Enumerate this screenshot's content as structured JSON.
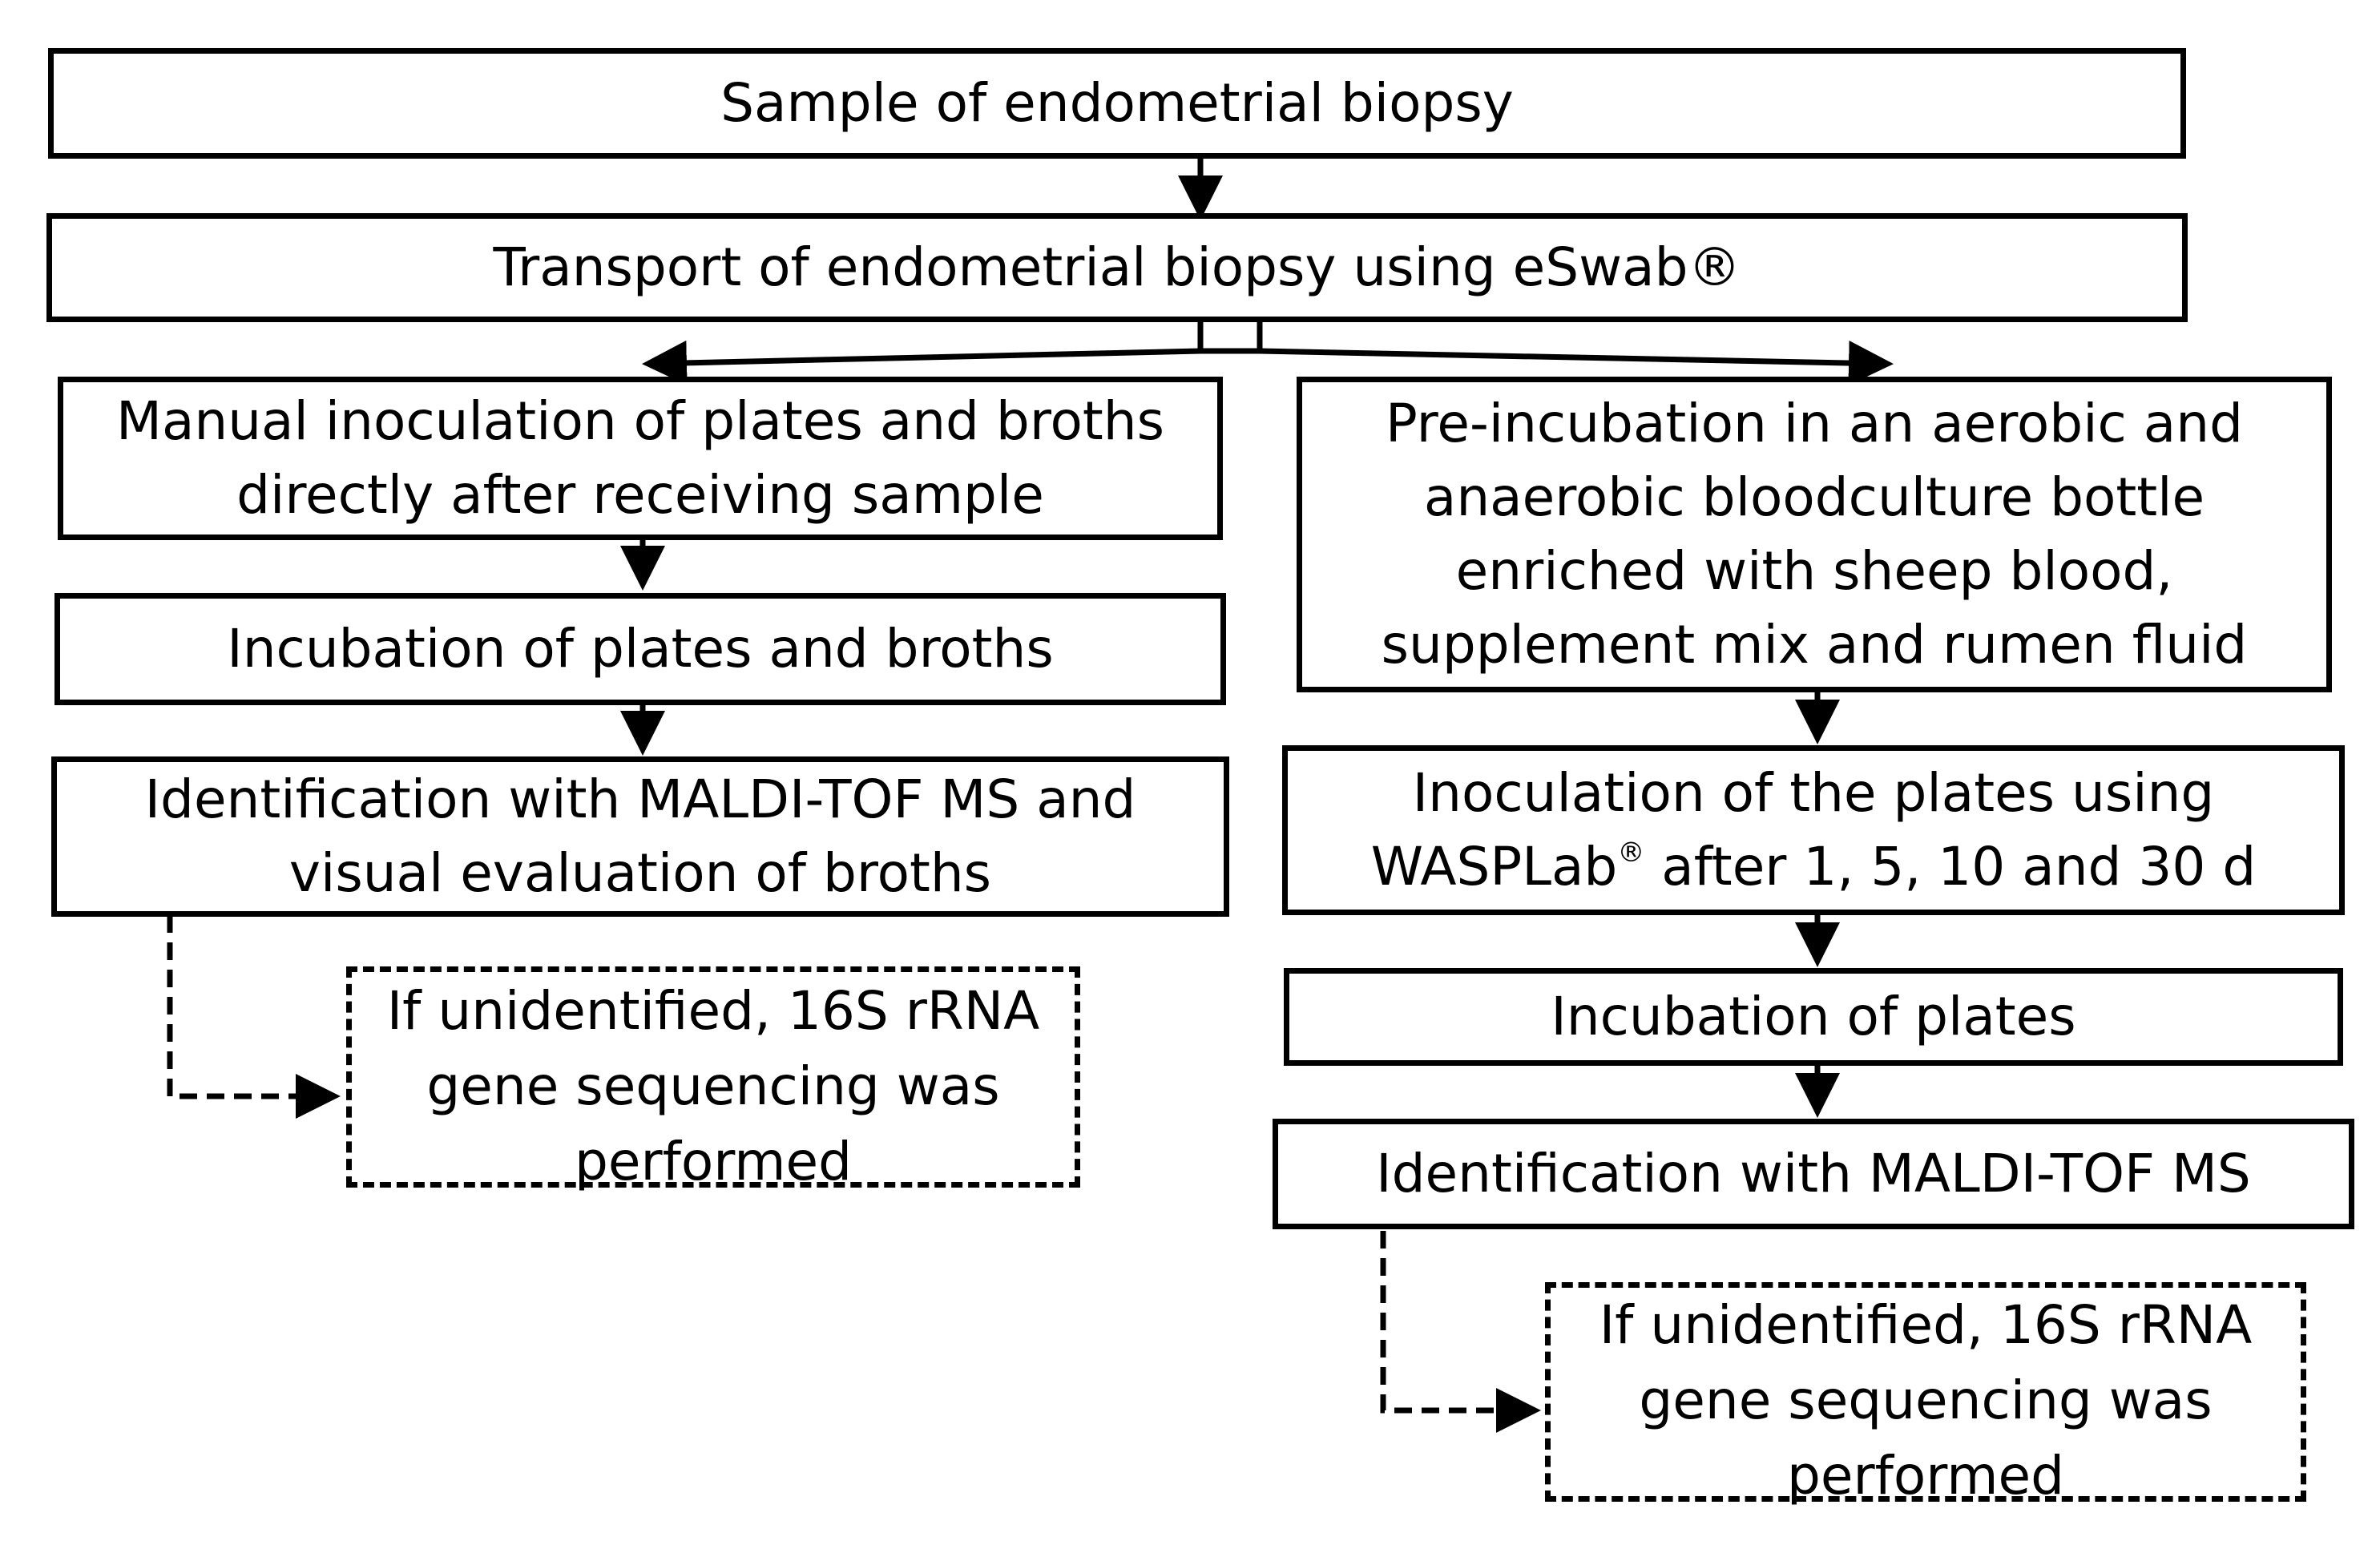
{
  "boxes": {
    "sample": "Sample of endometrial biopsy",
    "transport": "Transport of endometrial biopsy using eSwab®",
    "left": {
      "manual_inoculation": "Manual inoculation of plates and broths directly after receiving sample",
      "incubation": "Incubation of plates and broths",
      "identification": "Identification with MALDI-TOF MS and visual evaluation of broths",
      "unidentified": "If unidentified, 16S rRNA gene sequencing was performed"
    },
    "right": {
      "preincubation": "Pre-incubation in an aerobic and anaerobic bloodculture bottle enriched with sheep blood, supplement mix and rumen fluid",
      "inoculation_prefix": "Inoculation of the plates using",
      "inoculation_brand": "WASPLab",
      "inoculation_reg": "®",
      "inoculation_suffix": " after 1, 5, 10 and 30 d",
      "incubation": "Incubation of plates",
      "identification": "Identification with MALDI-TOF MS",
      "unidentified": "If unidentified, 16S rRNA gene sequencing was performed"
    }
  },
  "colors": {
    "line": "#000000",
    "box_fill": "#ffffff"
  }
}
